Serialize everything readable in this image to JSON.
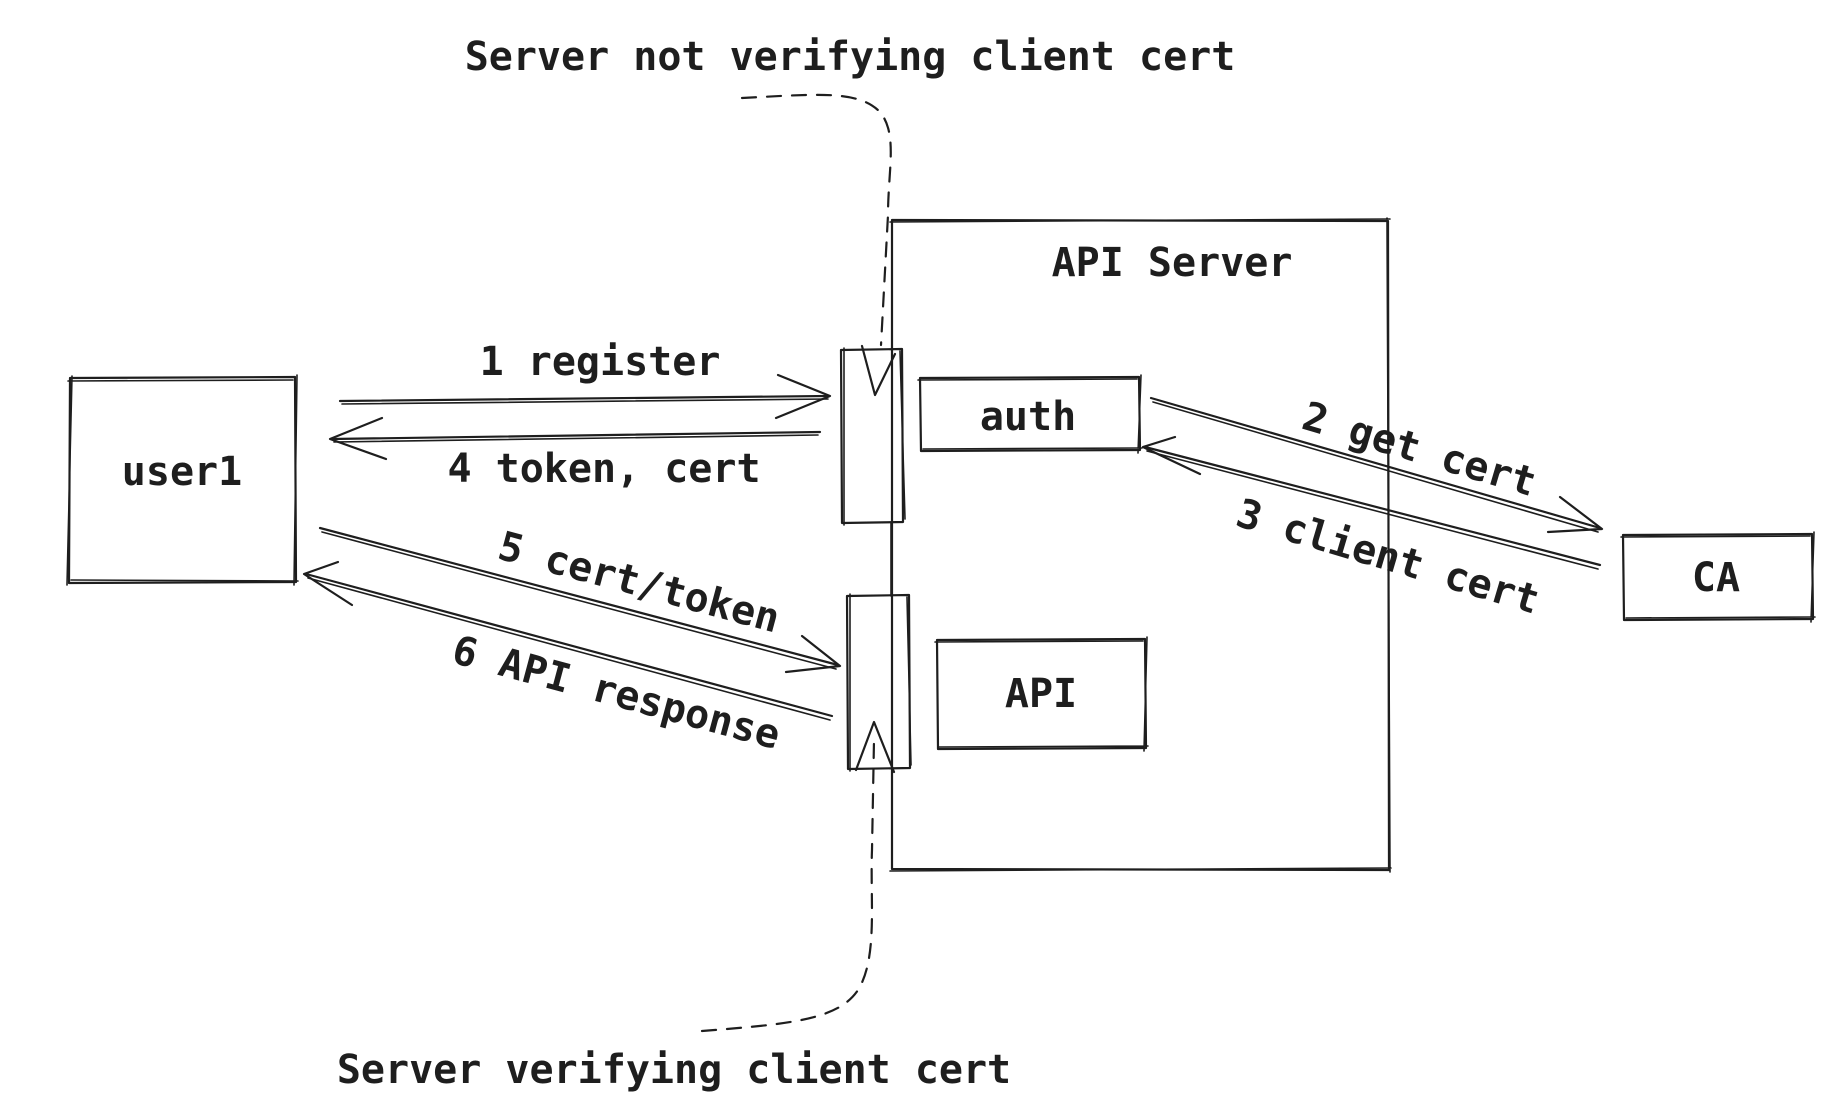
{
  "nodes": {
    "user1": "user1",
    "api_server": "API Server",
    "auth": "auth",
    "api": "API",
    "ca": "CA"
  },
  "edges": {
    "register": "1 register",
    "get_cert": "2 get cert",
    "client_cert": "3 client cert",
    "token_cert": "4 token, cert",
    "cert_token": "5 cert/token",
    "api_response": "6 API response"
  },
  "annotations": {
    "not_verifying": "Server not verifying client cert",
    "verifying": "Server verifying client cert"
  }
}
